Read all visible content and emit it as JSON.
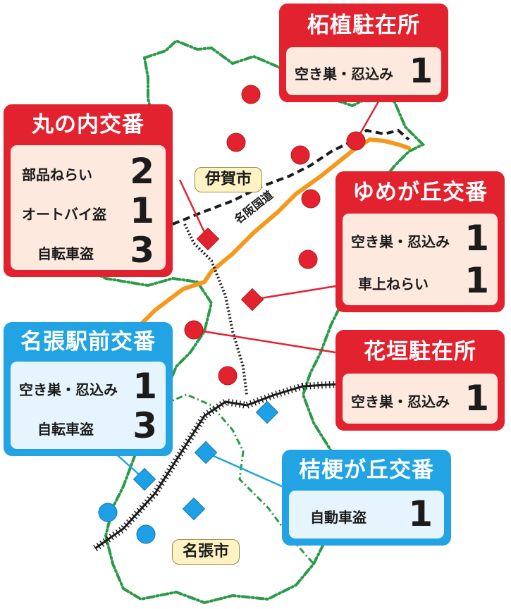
{
  "colors": {
    "koban_red": "#e2232f",
    "koban_blue": "#22a3e3",
    "border_green": "#2a9a46",
    "route_orange": "#f39a1e",
    "marker_red": "#e2232f",
    "marker_blue": "#1ea0e6"
  },
  "map": {
    "cities": [
      "伊賀市",
      "名張市"
    ],
    "road_label": "名阪国道"
  },
  "stations": [
    {
      "name": "柘植駐在所",
      "color": "red",
      "rows": [
        {
          "label": "空き巣・忍込み",
          "count": "1"
        }
      ]
    },
    {
      "name": "丸の内交番",
      "color": "red",
      "rows": [
        {
          "label": "部品ねらい",
          "count": "2"
        },
        {
          "label": "オートバイ盗",
          "count": "1"
        },
        {
          "label": "自転車盗",
          "count": "3"
        }
      ]
    },
    {
      "name": "ゆめが丘交番",
      "color": "red",
      "rows": [
        {
          "label": "空き巣・忍込み",
          "count": "1"
        },
        {
          "label": "車上ねらい",
          "count": "1"
        }
      ]
    },
    {
      "name": "名張駅前交番",
      "color": "blue",
      "rows": [
        {
          "label": "空き巣・忍込み",
          "count": "1"
        },
        {
          "label": "自転車盗",
          "count": "3"
        }
      ]
    },
    {
      "name": "花垣駐在所",
      "color": "red",
      "rows": [
        {
          "label": "空き巣・忍込み",
          "count": "1"
        }
      ]
    },
    {
      "name": "桔梗が丘交番",
      "color": "blue",
      "rows": [
        {
          "label": "自動車盗",
          "count": "1"
        }
      ]
    }
  ]
}
